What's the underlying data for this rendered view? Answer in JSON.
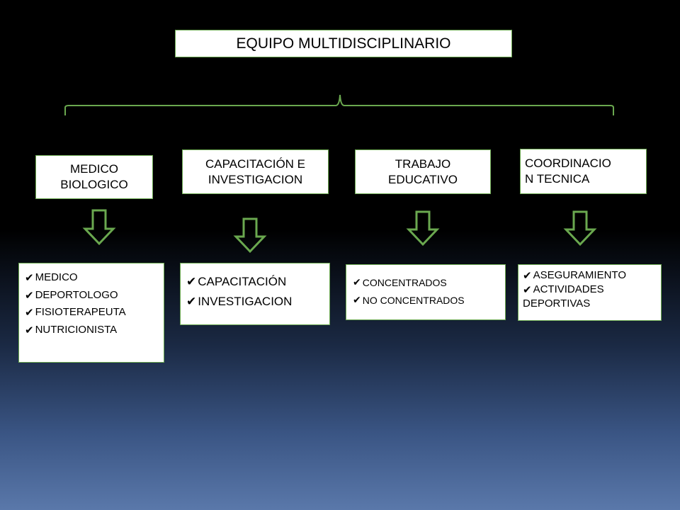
{
  "title": "EQUIPO MULTIDISCIPLINARIO",
  "categories": [
    {
      "label_line1": "MEDICO",
      "label_line2": "BIOLOGICO",
      "items": [
        "MEDICO",
        "DEPORTOLOGO",
        "FISIOTERAPEUTA",
        "NUTRICIONISTA"
      ]
    },
    {
      "label_line1": "CAPACITACIÓN E",
      "label_line2": "INVESTIGACION",
      "items": [
        "CAPACITACIÓN",
        "INVESTIGACION"
      ]
    },
    {
      "label_line1": "TRABAJO",
      "label_line2": "EDUCATIVO",
      "items": [
        "CONCENTRADOS",
        "NO CONCENTRADOS"
      ]
    },
    {
      "label_line1": "COORDINACIO",
      "label_line2": "N TECNICA",
      "items": [
        "ASEGURAMIENTO",
        "ACTIVIDADES",
        "DEPORTIVAS"
      ]
    }
  ],
  "check_glyph": "✔",
  "colors": {
    "border": "#6aa84f",
    "connector": "#6aa84f",
    "box_fill": "#ffffff"
  }
}
